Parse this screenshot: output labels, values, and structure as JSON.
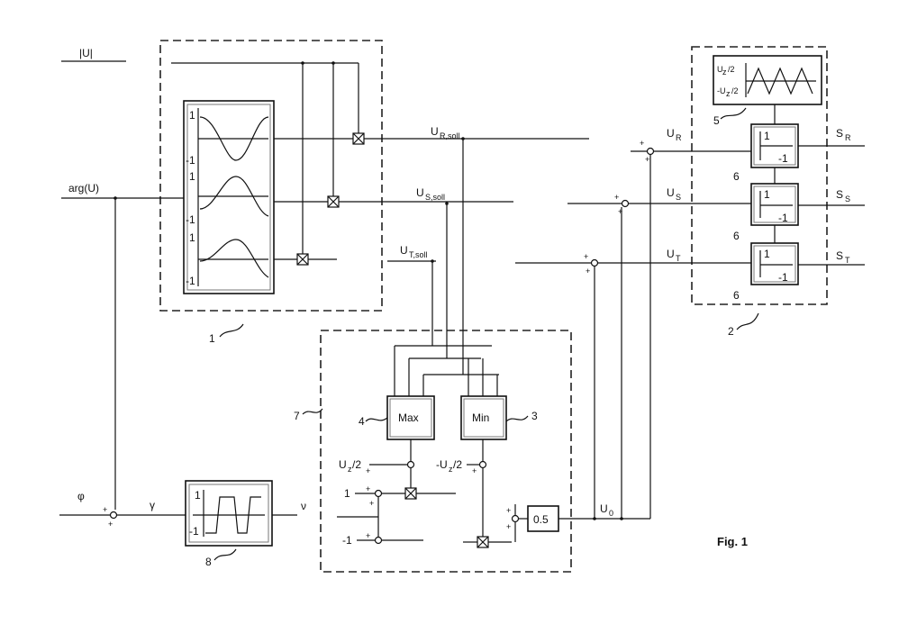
{
  "labels": {
    "abs_u": "|U|",
    "arg_u": "arg(U)",
    "phi": "φ",
    "gamma": "γ",
    "nu": "ν",
    "u_r_soll": "U",
    "u_r_soll_sub": "R,soll",
    "u_s_soll": "U",
    "u_s_soll_sub": "S,soll",
    "u_t_soll": "U",
    "u_t_soll_sub": "T,soll",
    "u_r": "U",
    "u_r_sub": "R",
    "u_s": "U",
    "u_s_sub": "S",
    "u_t": "U",
    "u_t_sub": "T",
    "u_0": "U",
    "u_0_sub": "0",
    "s_r": "S",
    "s_r_sub": "R",
    "s_s": "S",
    "s_s_sub": "S",
    "s_t": "S",
    "s_t_sub": "T",
    "max": "Max",
    "min": "Min",
    "half": "0.5",
    "uz_half": "U",
    "uz_half_sub": "z",
    "uz_half_tail": "/2",
    "neg_uz_half": "-U",
    "neg_uz_half_sub": "z",
    "neg_uz_half_tail": "/2",
    "one": "1",
    "neg_one": "-1",
    "fig": "Fig. 1"
  },
  "ref_numbers": {
    "block1": "1",
    "block2": "2",
    "block3": "3",
    "block4": "4",
    "block5": "5",
    "block6a": "6",
    "block6b": "6",
    "block6c": "6",
    "block7": "7",
    "block8": "8"
  },
  "colors": {
    "line": "#111111",
    "background": "#ffffff"
  }
}
